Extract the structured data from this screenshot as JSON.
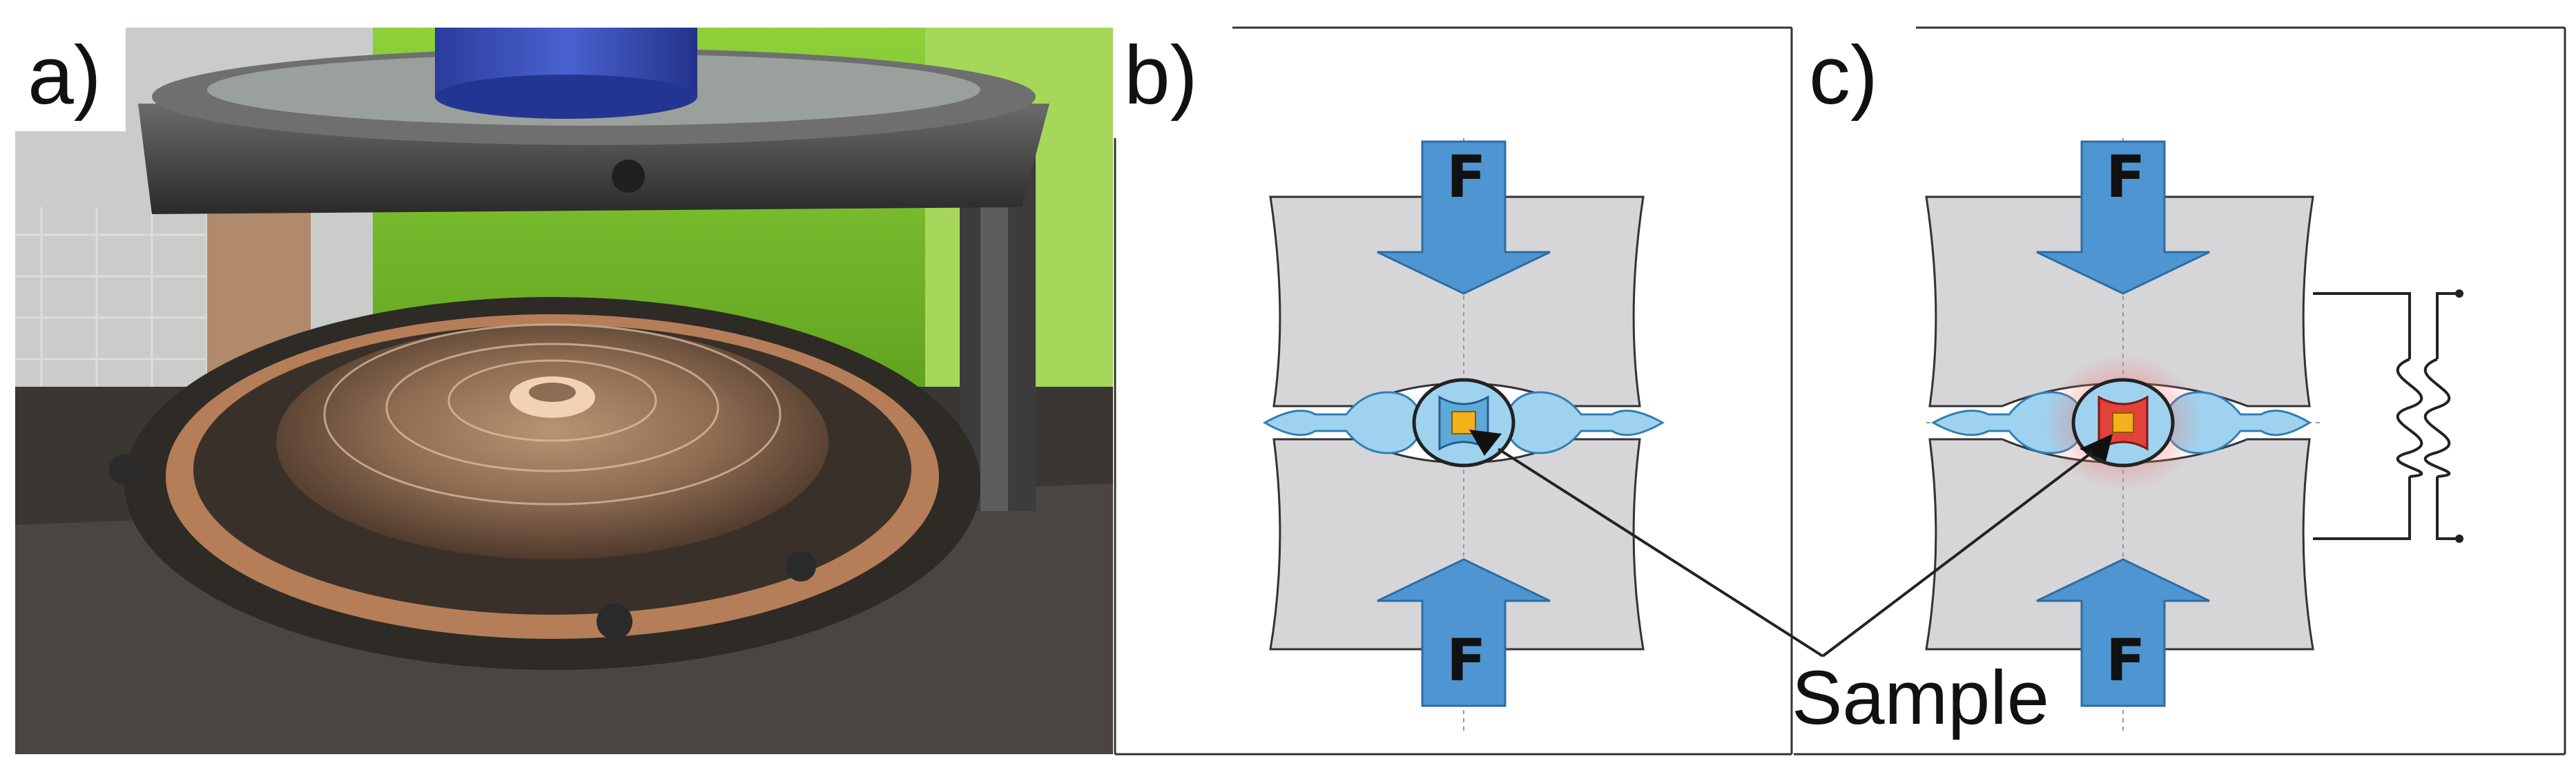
{
  "figure": {
    "panels": [
      {
        "id": "a",
        "label": "a)"
      },
      {
        "id": "b",
        "label": "b)"
      },
      {
        "id": "c",
        "label": "c)"
      }
    ],
    "force_label": "F",
    "callout_label": "Sample",
    "colors": {
      "arrow_fill": "#4f95d1",
      "arrow_stroke": "#2c6da3",
      "anvil_fill": "#d6d6d9",
      "anvil_stroke": "#333333",
      "gasket_fill": "#9fd2ee",
      "gasket_stroke": "#2e7fb6",
      "sample_yellow": "#f3b21b",
      "heater_red": "#e3413b",
      "glow_red": "#f07b76",
      "bg_photo_green": "#7dc830",
      "steel_dark": "#2b2b2b",
      "copper": "#c78f62"
    }
  }
}
